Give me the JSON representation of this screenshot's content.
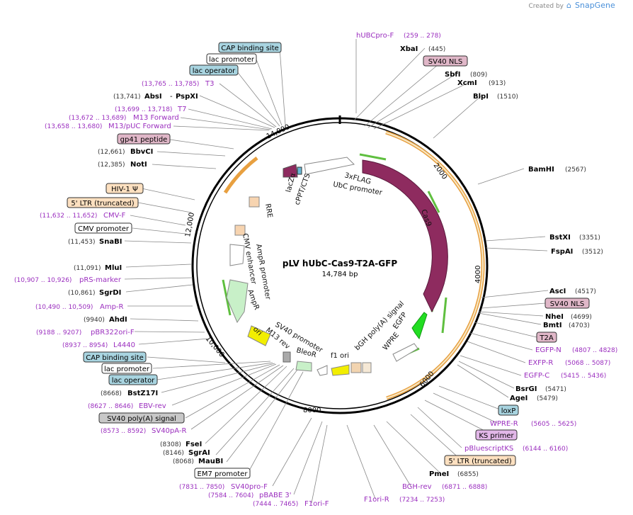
{
  "title": "pLV hUbC-Cas9-T2A-GFP",
  "subtitle": "14,784 bp",
  "brand": {
    "created_by": "Created by",
    "name": "SnapGene"
  },
  "colors": {
    "primer": "#9b2fbf",
    "cas9": "#8e2b5f",
    "gfp": "#22dd22",
    "yellow": "#f2ee00",
    "green_arrow": "#99e099",
    "orange_band": "#e8a040"
  },
  "ticks": [
    "2000",
    "4000",
    "6000",
    "8000",
    "10,000",
    "12,000",
    "14,000"
  ],
  "features": {
    "xflag": "3xFLAG",
    "ubc": "UbC promoter",
    "cas9": "Cas9",
    "bgh": "bGH poly(A) signal",
    "wpre": "WPRE",
    "egfp": "EGFP",
    "f1": "f1 ori",
    "bleor": "BleoR",
    "sv40p": "SV40 promoter",
    "m13rev": "M13 rev",
    "ori": "ori",
    "ampr": "AmpR",
    "amprp": "AmpR promoter",
    "cmvenh": "CMV enhancer",
    "rre": "RRE",
    "cppt": "cPPT/CTS",
    "lacz": "lacZα"
  },
  "left_labels": [
    {
      "box": "CAP binding site",
      "style": "blue"
    },
    {
      "box": "lac promoter",
      "style": "white"
    },
    {
      "box": "lac operator",
      "style": "blue"
    },
    {
      "pos": "(13,765 .. 13,785)",
      "name": "T3",
      "style": "primer"
    },
    {
      "pos": "(13,741)",
      "name": "AbsI",
      "name2": "PspXI",
      "style": "enzyme"
    },
    {
      "pos": "(13,699 .. 13,718)",
      "name": "T7",
      "style": "primer"
    },
    {
      "pos": "(13,672 .. 13,689)",
      "name": "M13 Forward",
      "style": "primer"
    },
    {
      "pos": "(13,658 .. 13,680)",
      "name": "M13/pUC Forward",
      "style": "primer"
    },
    {
      "box": "gp41 peptide",
      "style": "pink"
    },
    {
      "pos": "(12,661)",
      "name": "BbvCI",
      "style": "enzyme"
    },
    {
      "pos": "(12,385)",
      "name": "NotI",
      "style": "enzyme"
    },
    {
      "box": "HIV-1 Ψ",
      "style": "orange"
    },
    {
      "box": "5' LTR (truncated)",
      "style": "orange"
    },
    {
      "pos": "(11,632 .. 11,652)",
      "name": "CMV-F",
      "style": "primer"
    },
    {
      "box": "CMV promoter",
      "style": "white"
    },
    {
      "pos": "(11,453)",
      "name": "SnaBI",
      "style": "enzyme"
    },
    {
      "pos": "(11,091)",
      "name": "MluI",
      "style": "enzyme"
    },
    {
      "pos": "(10,907 .. 10,926)",
      "name": "pRS-marker",
      "style": "primer"
    },
    {
      "pos": "(10,861)",
      "name": "SgrDI",
      "style": "enzyme"
    },
    {
      "pos": "(10,490 .. 10,509)",
      "name": "Amp-R",
      "style": "primer"
    },
    {
      "pos": "(9940)",
      "name": "AhdI",
      "style": "enzyme"
    },
    {
      "pos": "(9188 .. 9207)",
      "name": "pBR322ori-F",
      "style": "primer"
    },
    {
      "pos": "(8937 .. 8954)",
      "name": "L4440",
      "style": "primer"
    },
    {
      "box": "CAP binding site",
      "style": "blue"
    },
    {
      "box": "lac promoter",
      "style": "white"
    },
    {
      "box": "lac operator",
      "style": "blue"
    },
    {
      "pos": "(8668)",
      "name": "BstZ17I",
      "style": "enzyme"
    },
    {
      "pos": "(8627 .. 8646)",
      "name": "EBV-rev",
      "style": "primer"
    },
    {
      "box": "SV40 poly(A) signal",
      "style": "gray"
    },
    {
      "pos": "(8573 .. 8592)",
      "name": "SV40pA-R",
      "style": "primer"
    },
    {
      "pos": "(8308)",
      "name": "FseI",
      "style": "enzyme"
    },
    {
      "pos": "(8146)",
      "name": "SgrAI",
      "style": "enzyme"
    },
    {
      "pos": "(8068)",
      "name": "MauBI",
      "style": "enzyme"
    },
    {
      "box": "EM7 promoter",
      "style": "white"
    },
    {
      "pos": "(7831 .. 7850)",
      "name": "SV40pro-F",
      "style": "primer"
    },
    {
      "pos": "(7584 .. 7604)",
      "name": "pBABE 3'",
      "style": "primer"
    },
    {
      "pos": "(7444 .. 7465)",
      "name": "F1ori-F",
      "style": "primer"
    }
  ],
  "right_labels": [
    {
      "name": "hUBCpro-F",
      "pos": "(259 .. 278)",
      "style": "primer"
    },
    {
      "name": "XbaI",
      "pos": "(445)",
      "style": "enzyme"
    },
    {
      "box": "SV40 NLS",
      "style": "pink"
    },
    {
      "name": "SbfI",
      "pos": "(809)",
      "style": "enzyme"
    },
    {
      "name": "XcmI",
      "pos": "(913)",
      "style": "enzyme"
    },
    {
      "name": "BlpI",
      "pos": "(1510)",
      "style": "enzyme"
    },
    {
      "name": "BamHI",
      "pos": "(2567)",
      "style": "enzyme"
    },
    {
      "name": "BstXI",
      "pos": "(3351)",
      "style": "enzyme"
    },
    {
      "name": "FspAI",
      "pos": "(3512)",
      "style": "enzyme"
    },
    {
      "name": "AscI",
      "pos": "(4517)",
      "style": "enzyme"
    },
    {
      "box": "SV40 NLS",
      "style": "pink"
    },
    {
      "name": "NheI",
      "pos": "(4699)",
      "style": "enzyme"
    },
    {
      "name": "BmtI",
      "pos": "(4703)",
      "style": "enzyme"
    },
    {
      "box": "T2A",
      "style": "pink"
    },
    {
      "name": "EGFP-N",
      "pos": "(4807 .. 4828)",
      "style": "primer"
    },
    {
      "name": "EXFP-R",
      "pos": "(5068 .. 5087)",
      "style": "primer"
    },
    {
      "name": "EGFP-C",
      "pos": "(5415 .. 5436)",
      "style": "primer"
    },
    {
      "name": "BsrGI",
      "pos": "(5471)",
      "style": "enzyme"
    },
    {
      "name": "AgeI",
      "pos": "(5479)",
      "style": "enzyme"
    },
    {
      "box": "loxP",
      "style": "blue"
    },
    {
      "name": "WPRE-R",
      "pos": "(5605 .. 5625)",
      "style": "primer"
    },
    {
      "box": "KS primer",
      "style": "purple"
    },
    {
      "name": "pBluescriptKS",
      "pos": "(6144 .. 6160)",
      "style": "primer"
    },
    {
      "box": "5' LTR (truncated)",
      "style": "orange"
    },
    {
      "name": "PmeI",
      "pos": "(6855)",
      "style": "enzyme"
    },
    {
      "name": "BGH-rev",
      "pos": "(6871 .. 6888)",
      "style": "primer"
    },
    {
      "name": "F1ori-R",
      "pos": "(7234 .. 7253)",
      "style": "primer"
    }
  ]
}
